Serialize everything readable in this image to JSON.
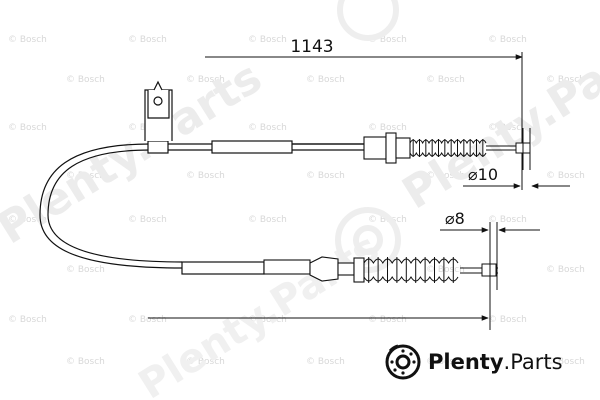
{
  "watermark": {
    "brand": "Bosch",
    "site_big": "Plenty.Parts"
  },
  "dimensions": {
    "overall_length": "1143",
    "diameter_upper": "⌀10",
    "diameter_lower": "⌀8"
  },
  "logo": {
    "name_bold": "Plenty",
    "name_rest": ".Parts"
  }
}
